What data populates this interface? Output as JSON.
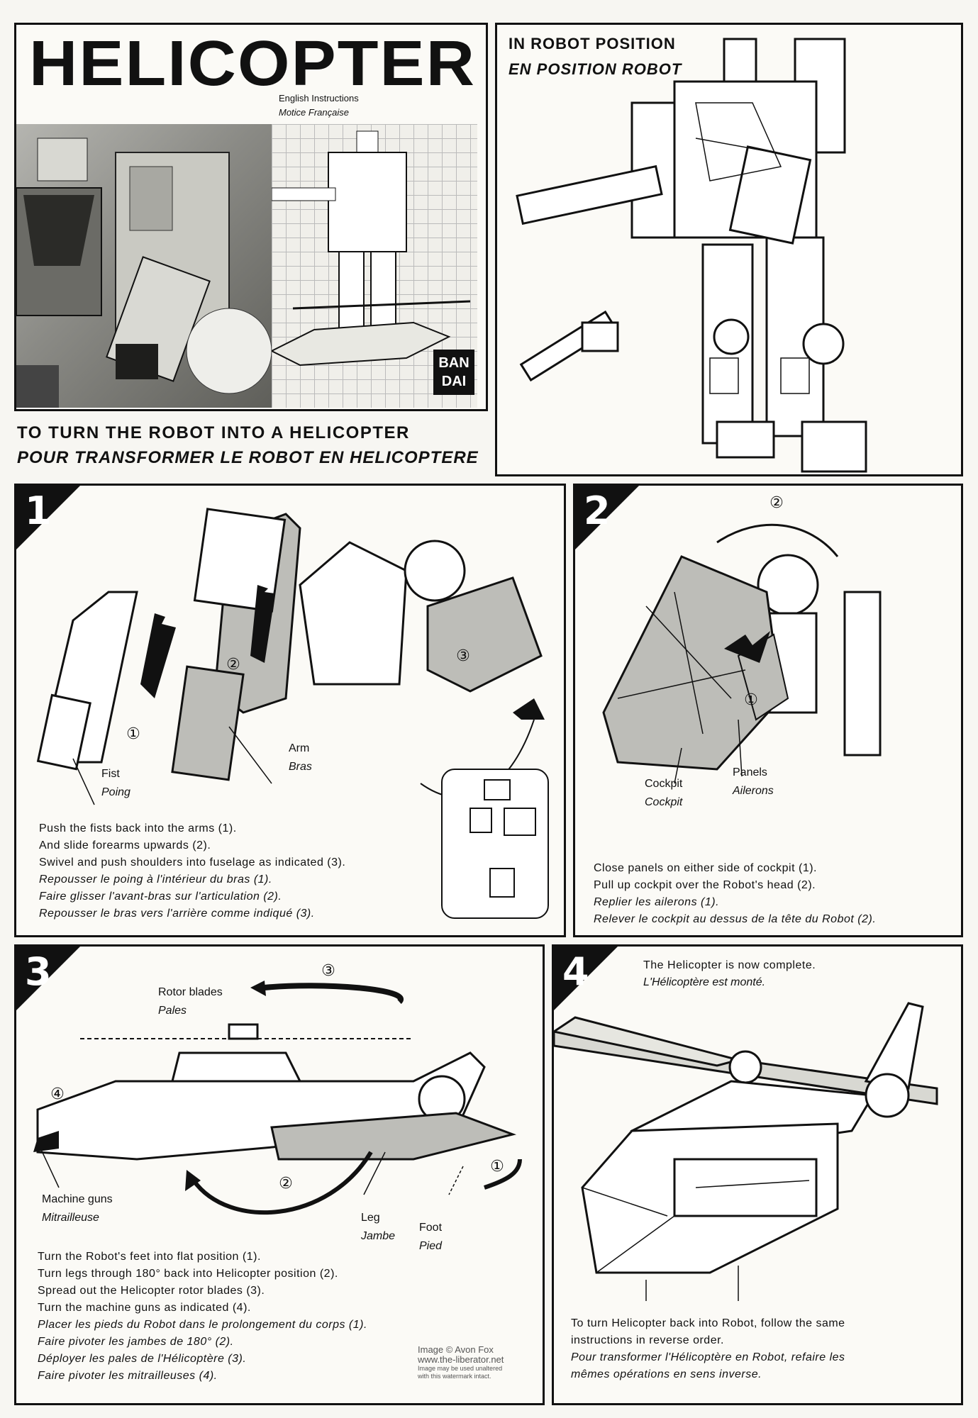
{
  "header": {
    "title": "HELICOPTER",
    "sub_en": "English Instructions",
    "sub_fr": "Motice Française",
    "brand": "BAN DAI",
    "brand_line1": "BAN",
    "brand_line2": "DAI"
  },
  "robot_position": {
    "heading_en": "IN ROBOT POSITION",
    "heading_fr": "EN POSITION ROBOT"
  },
  "transform_heading": {
    "en": "TO TURN THE ROBOT INTO A HELICOPTER",
    "fr": "POUR TRANSFORMER LE ROBOT EN HELICOPTERE"
  },
  "step1": {
    "number": "1",
    "labels": {
      "fist_en": "Fist",
      "fist_fr": "Poing",
      "arm_en": "Arm",
      "arm_fr": "Bras",
      "c1": "①",
      "c2": "②",
      "c3": "③"
    },
    "lines": [
      "Push the fists back into the arms (1).",
      "And slide forearms upwards (2).",
      "Swivel and push shoulders into fuselage as indicated (3).",
      "Repousser le poing à l'intérieur du bras (1).",
      "Faire glisser l'avant-bras sur l'articulation (2).",
      "Repousser le bras vers l'arrière comme indiqué (3)."
    ]
  },
  "step2": {
    "number": "2",
    "labels": {
      "cockpit_en": "Cockpit",
      "cockpit_fr": "Cockpit",
      "panels_en": "Panels",
      "panels_fr": "Ailerons",
      "c1": "①",
      "c2": "②"
    },
    "lines": [
      "Close panels on either side of cockpit (1).",
      "Pull up cockpit over the Robot's head (2).",
      "Replier les ailerons (1).",
      "Relever le cockpit au dessus de la tête du Robot (2)."
    ]
  },
  "step3": {
    "number": "3",
    "labels": {
      "rotor_en": "Rotor blades",
      "rotor_fr": "Pales",
      "guns_en": "Machine guns",
      "guns_fr": "Mitrailleuse",
      "leg_en": "Leg",
      "leg_fr": "Jambe",
      "foot_en": "Foot",
      "foot_fr": "Pied",
      "c1": "①",
      "c2": "②",
      "c3": "③",
      "c4": "④"
    },
    "lines": [
      "Turn the Robot's feet into flat position (1).",
      "Turn legs through 180° back into Helicopter position (2).",
      "Spread out the Helicopter rotor blades (3).",
      "Turn the machine guns as indicated (4).",
      "Placer les pieds du Robot dans le prolongement du corps (1).",
      "Faire pivoter les jambes de 180° (2).",
      "Déployer les pales de l'Hélicoptère (3).",
      "Faire pivoter les mitrailleuses (4)."
    ]
  },
  "step4": {
    "number": "4",
    "complete_en": "The Helicopter is now complete.",
    "complete_fr": "L'Hélicoptère est monté.",
    "lines": [
      "To turn Helicopter back into Robot, follow the same",
      "instructions in reverse order.",
      "Pour transformer l'Hélicoptère en Robot, refaire les",
      "mêmes opérations en sens inverse."
    ]
  },
  "watermark": {
    "line1": "Image © Avon Fox",
    "line2": "www.the-liberator.net",
    "line3": "Image may be used unaltered",
    "line4": "with this watermark intact."
  }
}
